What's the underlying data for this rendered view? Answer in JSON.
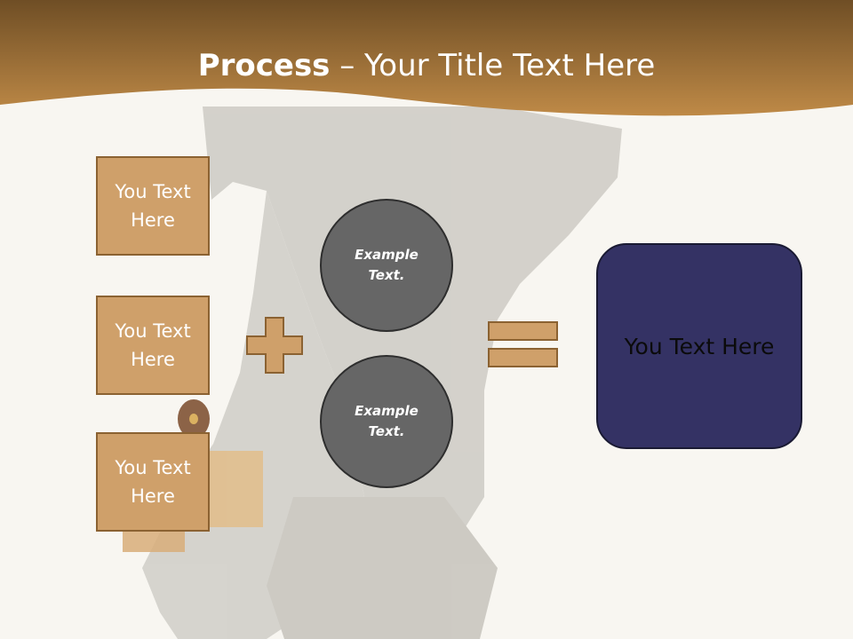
{
  "title": {
    "bold": "Process",
    "rest": " – Your Title Text Here"
  },
  "inputs": [
    {
      "label": "You Text Here"
    },
    {
      "label": "You Text Here"
    },
    {
      "label": "You Text Here"
    }
  ],
  "circles": [
    {
      "label": "Example Text."
    },
    {
      "label": "Example Text."
    }
  ],
  "result": {
    "label": "You Text Here"
  },
  "icons": {
    "operator": "plus-icon",
    "equals": "equals-icon"
  },
  "colors": {
    "header": "#a87a3f",
    "box_fill": "#cfa06a",
    "box_border": "#8b6232",
    "circle_fill": "#666666",
    "result_fill": "#343264"
  }
}
